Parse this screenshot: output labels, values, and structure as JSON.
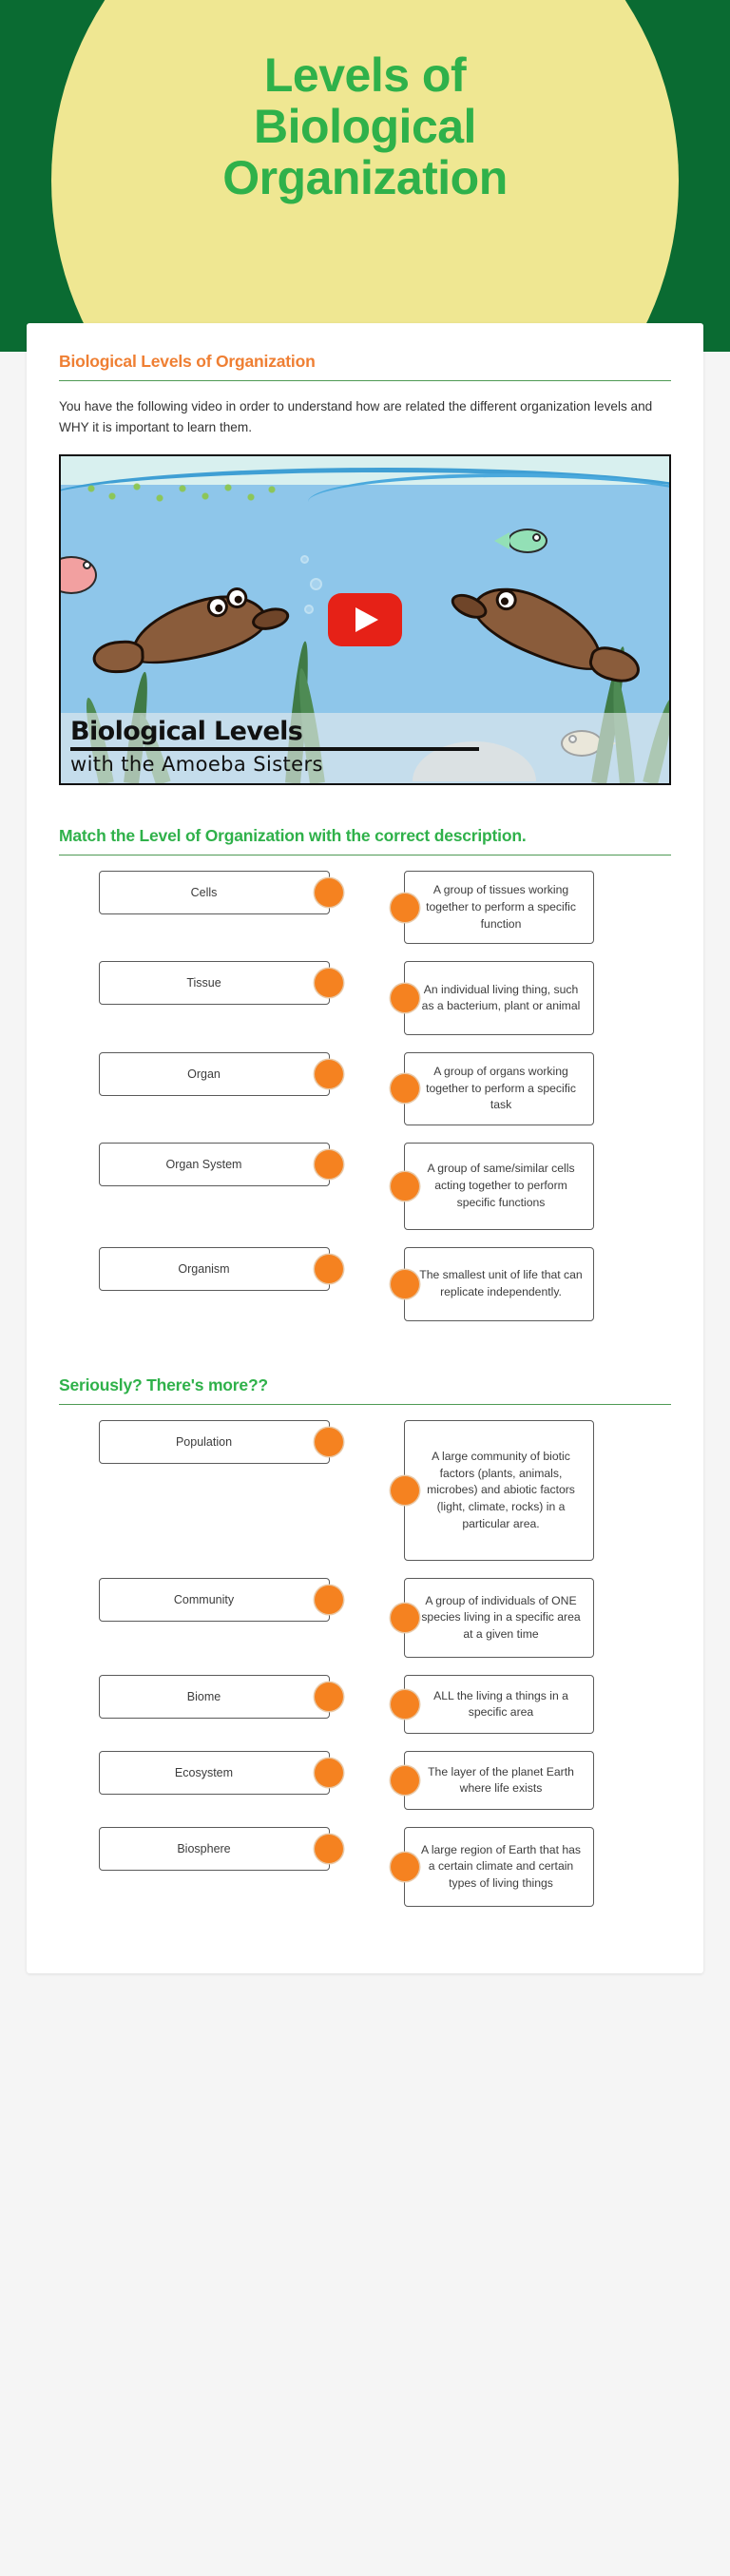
{
  "header": {
    "title_line1": "Levels of",
    "title_line2": "Biological",
    "title_line3": "Organization",
    "bg_color": "#0a6b32",
    "ellipse_color": "#efe792",
    "title_color": "#2fb14a"
  },
  "sections": {
    "intro": {
      "title": "Biological Levels of Organization",
      "title_color": "#ef7f33",
      "paragraph": "You have the following video in order to understand how are related the different organization levels and WHY it is important to learn them."
    },
    "match1": {
      "title": "Match the Level of Organization with the correct description.",
      "title_color": "#2fb14a"
    },
    "match2": {
      "title": "Seriously? There's more??",
      "title_color": "#2fb14a"
    }
  },
  "video": {
    "caption_line1": "Biological Levels",
    "caption_line2": "with the Amoeba Sisters",
    "play_icon": "play-button-icon",
    "play_color": "#e62117"
  },
  "match1_terms": [
    {
      "label": "Cells"
    },
    {
      "label": "Tissue"
    },
    {
      "label": "Organ"
    },
    {
      "label": "Organ System"
    },
    {
      "label": "Organism"
    }
  ],
  "match1_descriptions": [
    {
      "text": "A group of tissues working together to perform a specific function"
    },
    {
      "text": "An individual living thing, such as a bacterium, plant or animal"
    },
    {
      "text": "A group of organs working together to perform a specific task"
    },
    {
      "text": "A group of same/similar cells acting together to perform specific functions"
    },
    {
      "text": "The smallest unit of life that can replicate independently."
    }
  ],
  "match2_terms": [
    {
      "label": "Population"
    },
    {
      "label": "Community"
    },
    {
      "label": "Biome"
    },
    {
      "label": "Ecosystem"
    },
    {
      "label": "Biosphere"
    }
  ],
  "match2_descriptions": [
    {
      "text": "A large community of biotic factors (plants, animals, microbes) and abiotic factors (light, climate, rocks) in a particular area."
    },
    {
      "text": "A group of individuals of ONE species living in a specific area at a given time"
    },
    {
      "text": "ALL the living a things in a specific area"
    },
    {
      "text": "The layer of the planet Earth where life exists"
    },
    {
      "text": "A large region of Earth that has a certain climate and certain types of living things"
    }
  ],
  "colors": {
    "connector_dot": "#f58220",
    "box_border": "#5a5a5a",
    "rule": "#4e9a54"
  }
}
